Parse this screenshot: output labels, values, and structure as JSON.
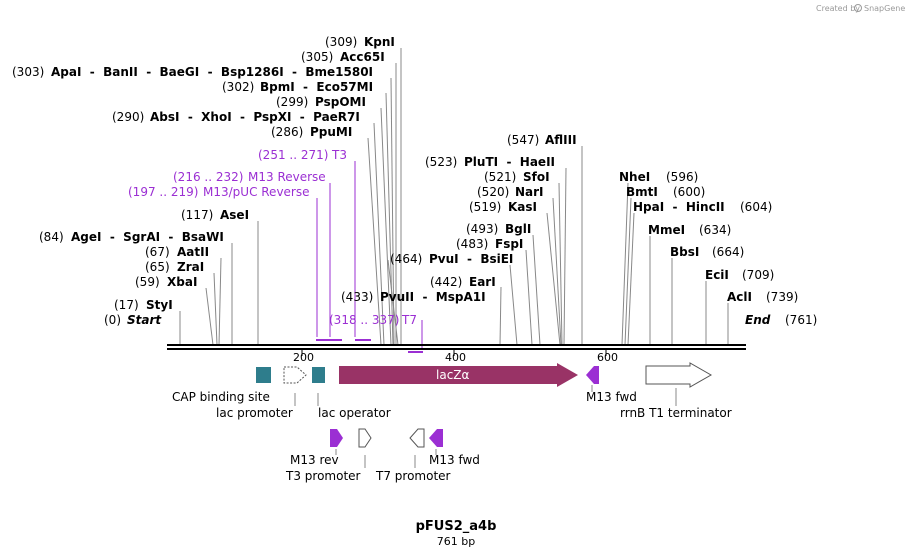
{
  "credit": {
    "text": "Created by",
    "brand": "SnapGene"
  },
  "map": {
    "name": "pFUS2_a4b",
    "length_label": "761 bp",
    "length": 761,
    "start_label": "Start",
    "end_label": "End",
    "start_pos": "(0)",
    "end_pos": "(761)"
  },
  "ticks": [
    "200",
    "400",
    "600"
  ],
  "enzymes_left": [
    {
      "pos": "(309)",
      "text": "KpnI"
    },
    {
      "pos": "(305)",
      "text": "Acc65I"
    },
    {
      "pos": "(303)",
      "text": "ApaI  -  BanII  -  BaeGI  -  Bsp1286I  -  Bme1580I"
    },
    {
      "pos": "(302)",
      "text": "BpmI  -  Eco57MI"
    },
    {
      "pos": "(299)",
      "text": "PspOMI"
    },
    {
      "pos": "(290)",
      "text": "AbsI  -  XhoI  -  PspXI  -  PaeR7I"
    },
    {
      "pos": "(286)",
      "text": "PpuMI"
    },
    {
      "pos": "(117)",
      "text": "AseI"
    },
    {
      "pos": "(84)",
      "text": "AgeI  -  SgrAI  -  BsaWI"
    },
    {
      "pos": "(67)",
      "text": "AatII"
    },
    {
      "pos": "(65)",
      "text": "ZraI"
    },
    {
      "pos": "(59)",
      "text": "XbaI"
    },
    {
      "pos": "(17)",
      "text": "StyI"
    },
    {
      "pos": "(433)",
      "text": "PvuII  -  MspA1I"
    }
  ],
  "enzymes_mid": [
    {
      "pos": "(547)",
      "text": "AflIII"
    },
    {
      "pos": "(523)",
      "text": "PluTI  -  HaeII"
    },
    {
      "pos": "(521)",
      "text": "SfoI"
    },
    {
      "pos": "(520)",
      "text": "NarI"
    },
    {
      "pos": "(519)",
      "text": "KasI"
    },
    {
      "pos": "(493)",
      "text": "BglI"
    },
    {
      "pos": "(483)",
      "text": "FspI"
    },
    {
      "pos": "(464)",
      "text": "PvuI  -  BsiEI"
    },
    {
      "pos": "(442)",
      "text": "EarI"
    }
  ],
  "enzymes_right": [
    {
      "pos": "(596)",
      "text": "NheI"
    },
    {
      "pos": "(600)",
      "text": "BmtI"
    },
    {
      "pos": "(604)",
      "text": "HpaI  -  HincII"
    },
    {
      "pos": "(634)",
      "text": "MmeI"
    },
    {
      "pos": "(664)",
      "text": "BbsI"
    },
    {
      "pos": "(709)",
      "text": "EciI"
    },
    {
      "pos": "(739)",
      "text": "AclI"
    }
  ],
  "primers": [
    {
      "range": "(251 .. 271)",
      "name": "T3"
    },
    {
      "range": "(216 .. 232)",
      "name": "M13 Reverse"
    },
    {
      "range": "(197 .. 219)",
      "name": "M13/pUC Reverse"
    },
    {
      "range": "(318 .. 337)",
      "name": "T7"
    }
  ],
  "features": {
    "lacz": "lacZα",
    "cap": "CAP binding site",
    "lac_promoter": "lac promoter",
    "lac_operator": "lac operator",
    "m13_fwd_upper": "M13 fwd",
    "rrnb": "rrnB T1 terminator",
    "m13_rev": "M13 rev",
    "t3_promoter": "T3 promoter",
    "t7_promoter": "T7 promoter",
    "m13_fwd_lower": "M13 fwd"
  },
  "colors": {
    "teal": "#2e7d8c",
    "lacz": "#993366",
    "purple": "#9b2fd3",
    "primer": "#9b2fd3"
  }
}
